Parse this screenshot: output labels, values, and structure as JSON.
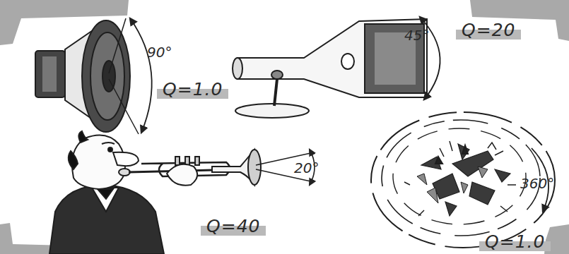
{
  "diagram": {
    "nodes": [
      {
        "text": [
          "Q=20"
        ]
      },
      {
        "text": [
          "Q=1.0"
        ]
      },
      {
        "text": [
          "Q=40"
        ]
      },
      {
        "text": [
          "Q=1.0"
        ]
      }
    ],
    "labels": [
      "45°",
      "90°",
      "20°",
      "360°"
    ]
  }
}
